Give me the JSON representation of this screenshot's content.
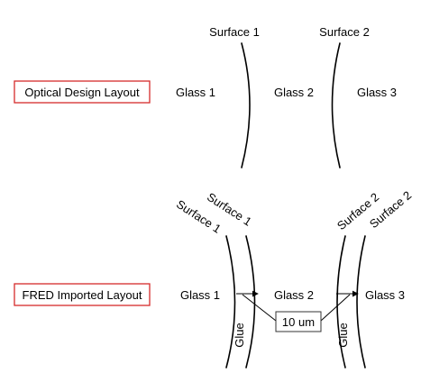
{
  "top": {
    "label": "Optical Design Layout",
    "surfaces": [
      "Surface 1",
      "Surface 2"
    ],
    "glasses": [
      "Glass 1",
      "Glass 2",
      "Glass 3"
    ]
  },
  "bottom": {
    "label": "FRED Imported Layout",
    "surfaces": [
      "Surface 1",
      "Surface 1",
      "Surface 2",
      "Surface 2"
    ],
    "glasses": [
      "Glass 1",
      "Glass 2",
      "Glass 3"
    ],
    "glue": [
      "Glue",
      "Glue"
    ],
    "thickness": "10 um"
  },
  "colors": {
    "label_box_border": "#d62b2b",
    "line": "#000000"
  }
}
